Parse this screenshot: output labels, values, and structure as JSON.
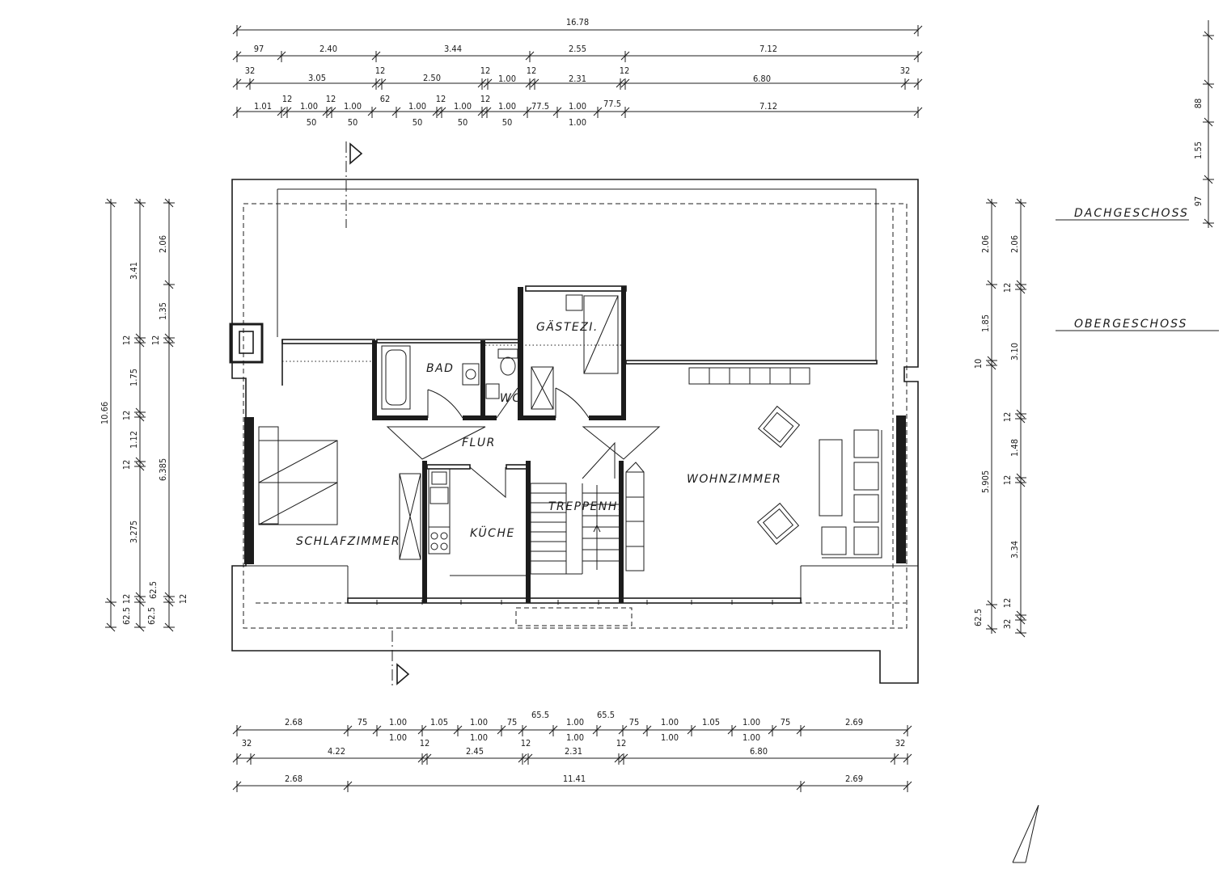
{
  "rooms": {
    "schlafzimmer": "SCHLAFZIMMER",
    "bad": "BAD",
    "wc": "WC",
    "gaestezi": "GÄSTEZI.",
    "flur": "FLUR",
    "kueche": "KÜCHE",
    "treppenh": "TREPPENH.",
    "wohnzimmer": "WOHNZIMMER"
  },
  "levels": {
    "dachgeschoss": "DACHGESCHOSS",
    "obergeschoss": "OBERGESCHOSS"
  },
  "dims": {
    "top": {
      "r1": [
        "16.78"
      ],
      "r2": [
        "97",
        "2.40",
        "3.44",
        "2.55",
        "7.12"
      ],
      "r3": [
        "32",
        "3.05",
        "12",
        "2.50",
        "12",
        "1.00",
        "12",
        "2.31",
        "12",
        "6.80",
        "32"
      ],
      "r4": [
        "1.01",
        "12",
        "1.00",
        "12",
        "1.00",
        "62",
        "1.00",
        "12",
        "1.00",
        "12",
        "1.00",
        "77.5",
        "1.00",
        "77.5",
        "7.12"
      ],
      "r4b": [
        "50",
        "50",
        "50",
        "50",
        "50",
        "1.00"
      ]
    },
    "bottom": {
      "r1": [
        "2.68",
        "75",
        "1.00",
        "1.05",
        "1.00",
        "75",
        "65.5",
        "1.00",
        "65.5",
        "75",
        "1.00",
        "1.05",
        "1.00",
        "75",
        "2.69"
      ],
      "r1b": [
        "1.00",
        "1.00",
        "1.00",
        "1.00",
        "1.00"
      ],
      "r2": [
        "32",
        "4.22",
        "12",
        "2.45",
        "12",
        "2.31",
        "12",
        "6.80",
        "32"
      ],
      "r3": [
        "2.68",
        "11.41",
        "2.69"
      ]
    },
    "left": {
      "a": [
        "10.66",
        "62.5"
      ],
      "b": [
        "3.41",
        "12",
        "1.75",
        "12",
        "1.12",
        "12",
        "3.275",
        "12",
        "62.5"
      ],
      "c": [
        "2.06",
        "1.35",
        "12",
        "6.385",
        "62.5",
        "12"
      ]
    },
    "right": {
      "a": [
        "2.06",
        "1.85",
        "10",
        "5.905",
        "62.5"
      ],
      "b": [
        "2.06",
        "12",
        "3.10",
        "12",
        "1.48",
        "12",
        "3.34",
        "12",
        "32"
      ],
      "side": [
        "88",
        "1.55",
        "97"
      ]
    }
  }
}
